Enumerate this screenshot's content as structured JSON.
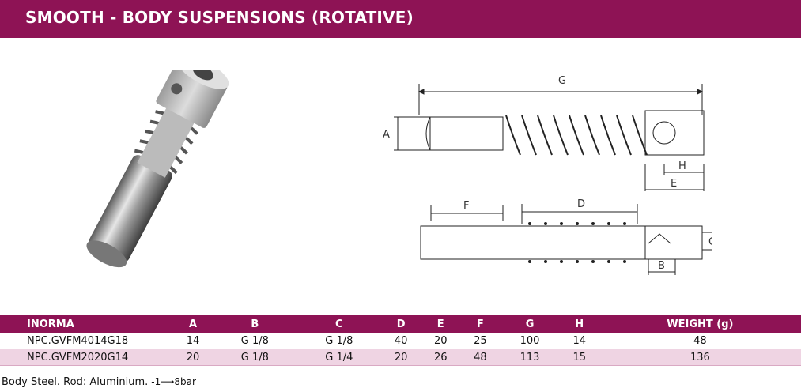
{
  "header": {
    "title": "SMOOTH - BODY SUSPENSIONS (ROTATIVE)"
  },
  "drawing": {
    "labels": {
      "g": "G",
      "a": "A",
      "h": "H",
      "e": "E",
      "f": "F",
      "d": "D",
      "c": "C",
      "b": "B"
    }
  },
  "table": {
    "headers": [
      "INORMA",
      "A",
      "B",
      "C",
      "D",
      "E",
      "F",
      "G",
      "H",
      "WEIGHT (g)"
    ],
    "rows": [
      [
        "NPC.GVFM4014G18",
        "14",
        "G 1/8",
        "G 1/8",
        "40",
        "20",
        "25",
        "100",
        "14",
        "48"
      ],
      [
        "NPC.GVFM2020G14",
        "20",
        "G 1/8",
        "G 1/4",
        "20",
        "26",
        "48",
        "113",
        "15",
        "136"
      ]
    ]
  },
  "note": {
    "text": "Body Steel. Rod: Aluminium.",
    "range": "-1⟶8bar"
  },
  "colors": {
    "accent": "#8e1355",
    "row_alt": "#efd4e3"
  }
}
